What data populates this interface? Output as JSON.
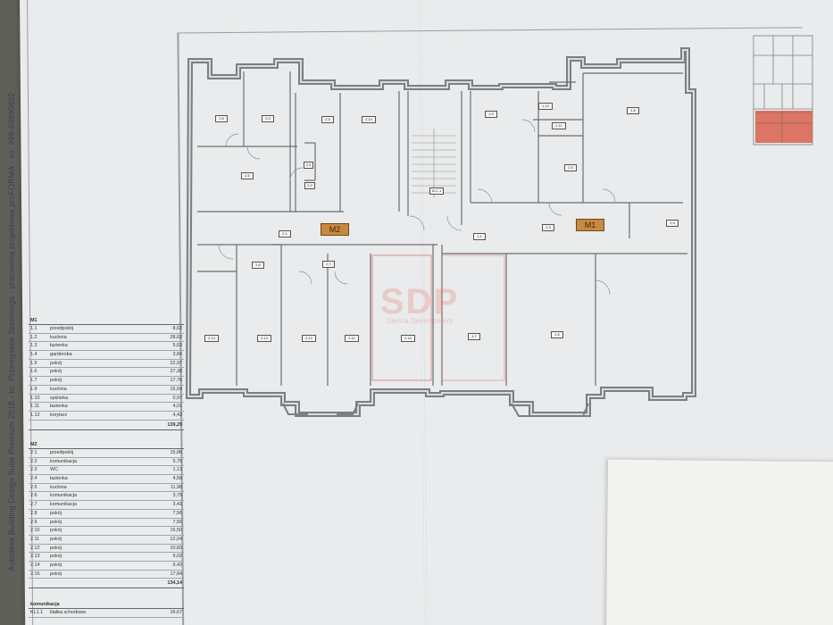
{
  "caption": "Autodesk Building Design Suite Premium 2018 - lic: Przemysław Stawinoga - pracownia projektowa proFORMA - sn: 399-69890802",
  "watermark": {
    "big": "SDP",
    "small": "Sienna Development"
  },
  "units": {
    "m1": "M1",
    "m2": "M2"
  },
  "m1": {
    "title": "M1",
    "rows": [
      [
        "1.1",
        "przedpokój",
        "8,63"
      ],
      [
        "1.2",
        "kuchnia",
        "28,63"
      ],
      [
        "1.3",
        "łazienka",
        "5,63"
      ],
      [
        "1.4",
        "garderoba",
        "3,84"
      ],
      [
        "1.5",
        "pokój",
        "22,97"
      ],
      [
        "1.6",
        "pokój",
        "27,38"
      ],
      [
        "1.7",
        "pokój",
        "17,76"
      ],
      [
        "1.9",
        "kuchnia",
        "15,04"
      ],
      [
        "1.10",
        "spiżarka",
        "0,97"
      ],
      [
        "1.11",
        "łazienka",
        "4,01"
      ],
      [
        "1.12",
        "korytarz",
        "4,43"
      ]
    ],
    "total": "139,29"
  },
  "m2": {
    "title": "M2",
    "rows": [
      [
        "2.1",
        "przedpokój",
        "15,86"
      ],
      [
        "2.2",
        "komunikacja",
        "5,75"
      ],
      [
        "2.3",
        "WC",
        "1,13"
      ],
      [
        "2.4",
        "łazienka",
        "4,58"
      ],
      [
        "2.5",
        "kuchnia",
        "11,98"
      ],
      [
        "2.6",
        "komunikacja",
        "3,79"
      ],
      [
        "2.7",
        "komunikacja",
        "3,41"
      ],
      [
        "2.8",
        "pokój",
        "7,56"
      ],
      [
        "2.9",
        "pokój",
        "7,56"
      ],
      [
        "2.10",
        "pokój",
        "15,50"
      ],
      [
        "2.11",
        "pokój",
        "12,04"
      ],
      [
        "2.12",
        "pokój",
        "10,60"
      ],
      [
        "2.13",
        "pokój",
        "9,02"
      ],
      [
        "2.14",
        "pokój",
        "9,42"
      ],
      [
        "2.15",
        "pokój",
        "17,84"
      ]
    ],
    "total": "134,14"
  },
  "komunikacja": {
    "title": "komunikacja",
    "rows": [
      [
        "KL1.1",
        "klatka schodowa",
        "16,67"
      ]
    ]
  },
  "room_tags": [
    "2.8",
    "2.9",
    "2.4",
    "2.10",
    "2.3",
    "2.5",
    "2.2",
    "2.1",
    "2.6",
    "2.7",
    "2.14",
    "2.13",
    "2.12",
    "2.11",
    "2.15",
    "KL1.1",
    "1.9",
    "1.10",
    "1.11",
    "1.8",
    "1.5",
    "1.3",
    "1.1",
    "1.4",
    "1.7",
    "1.6"
  ]
}
